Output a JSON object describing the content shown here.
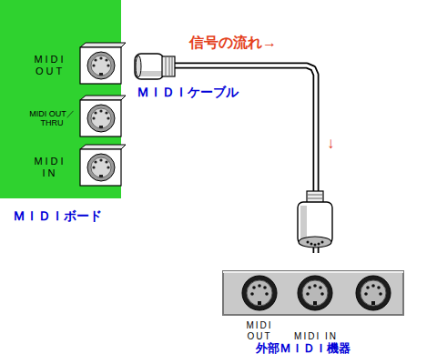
{
  "diagram": {
    "nodes": [
      {
        "text": [
          "ＭＩＤＩボード"
        ]
      },
      {
        "text": [
          "MIDI OUT"
        ],
        "in": 0
      },
      {
        "text": [
          "MIDI OUT／THRU"
        ],
        "in": 0
      },
      {
        "text": [
          "MIDI IN"
        ],
        "in": 0
      },
      {
        "text": [
          "外部ＭＩＤＩ機器"
        ]
      },
      {
        "text": [
          "MIDI OUT"
        ],
        "in": 4
      },
      {
        "text": [
          "MIDI IN"
        ],
        "in": 4
      }
    ],
    "edges": [
      {
        "from": 1,
        "to": 6,
        "arrow": "none",
        "label": "ＭＩＤＩケーブル"
      }
    ],
    "labels": [
      "信号の流れ→",
      "↓"
    ]
  }
}
